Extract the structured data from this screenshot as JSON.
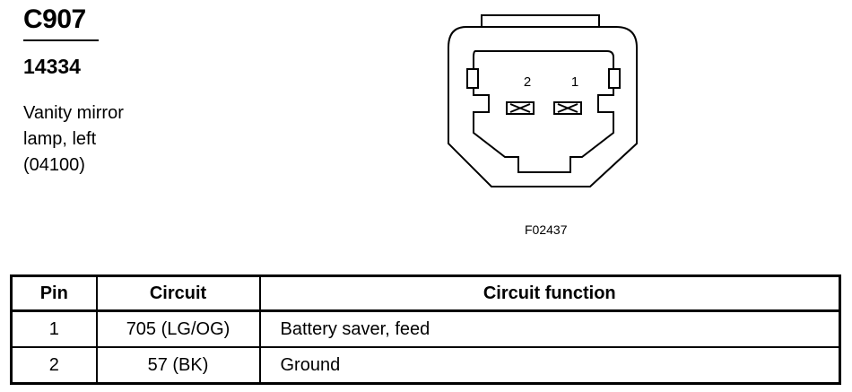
{
  "connector": {
    "id": "C907",
    "part_number": "14334",
    "description_lines": [
      "Vanity mirror",
      "lamp, left",
      "(04100)"
    ]
  },
  "figure": {
    "pin_labels": [
      "2",
      "1"
    ],
    "figure_id": "F02437"
  },
  "table": {
    "headers": [
      "Pin",
      "Circuit",
      "Circuit function"
    ],
    "rows": [
      {
        "pin": "1",
        "circuit": "705 (LG/OG)",
        "function": "Battery saver, feed"
      },
      {
        "pin": "2",
        "circuit": "57 (BK)",
        "function": "Ground"
      }
    ]
  }
}
